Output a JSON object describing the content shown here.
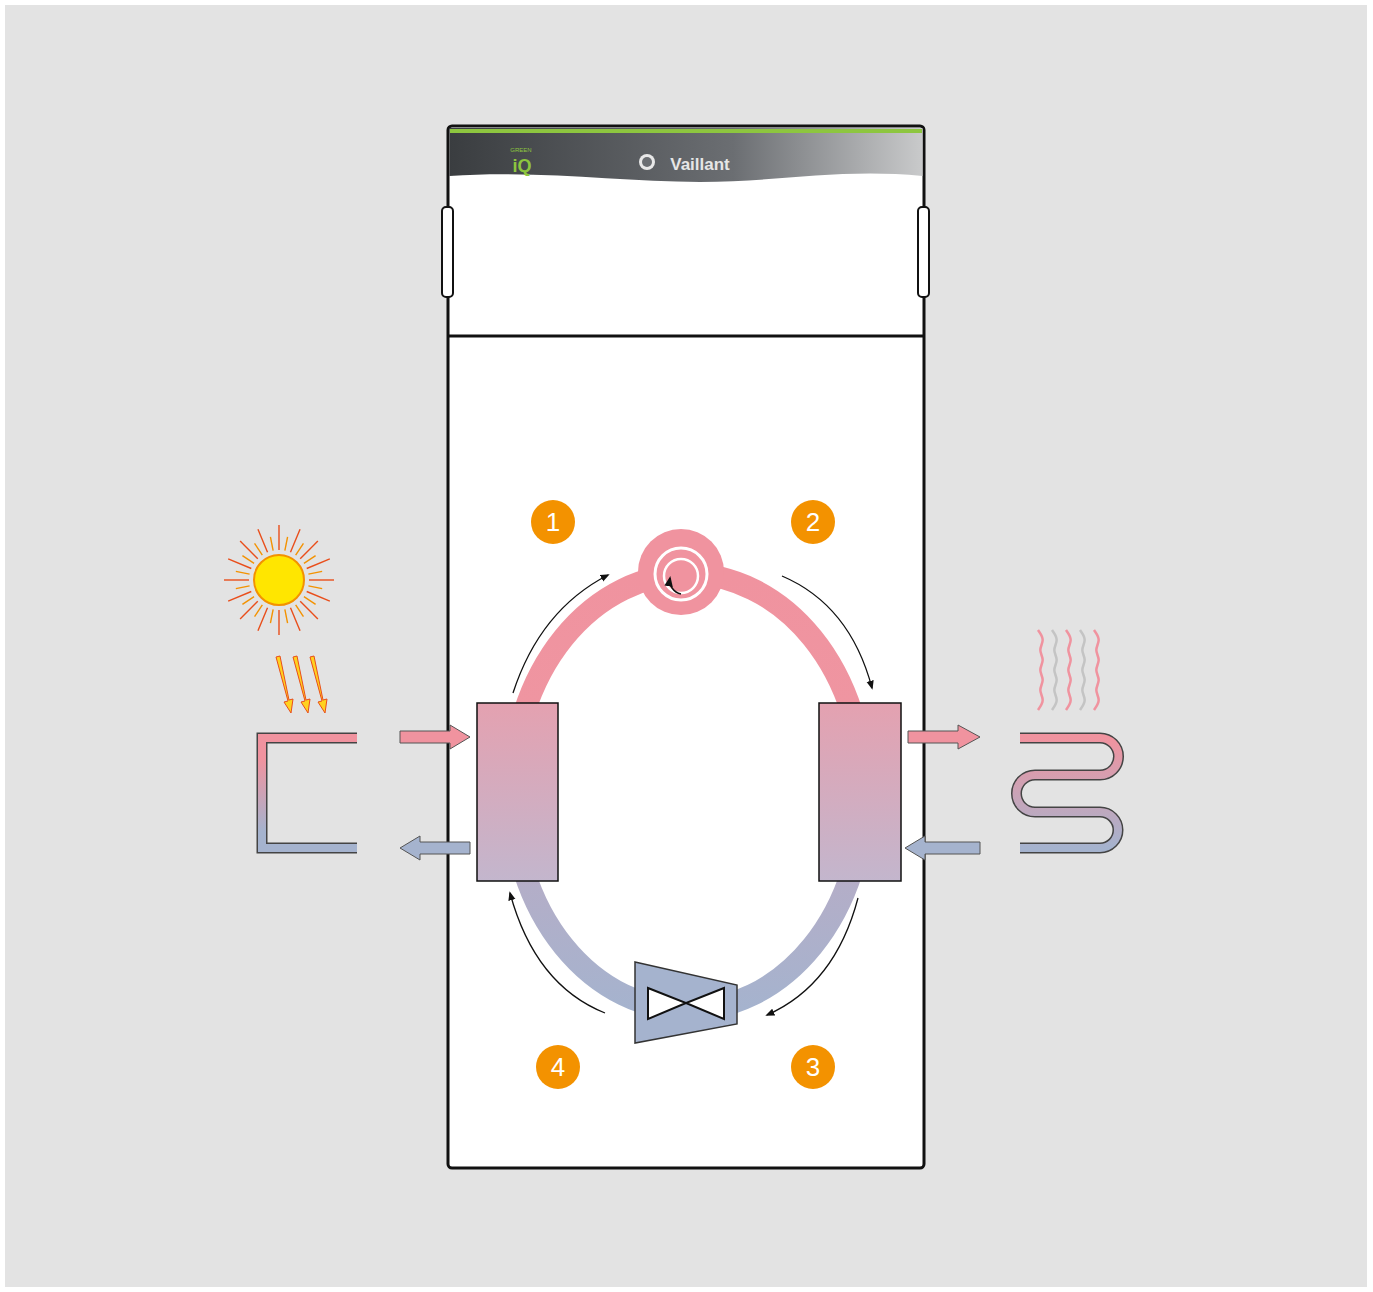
{
  "diagram": {
    "labels": [
      "GREEN",
      "iQ",
      "Vaillant",
      "1",
      "2",
      "3",
      "4"
    ]
  }
}
